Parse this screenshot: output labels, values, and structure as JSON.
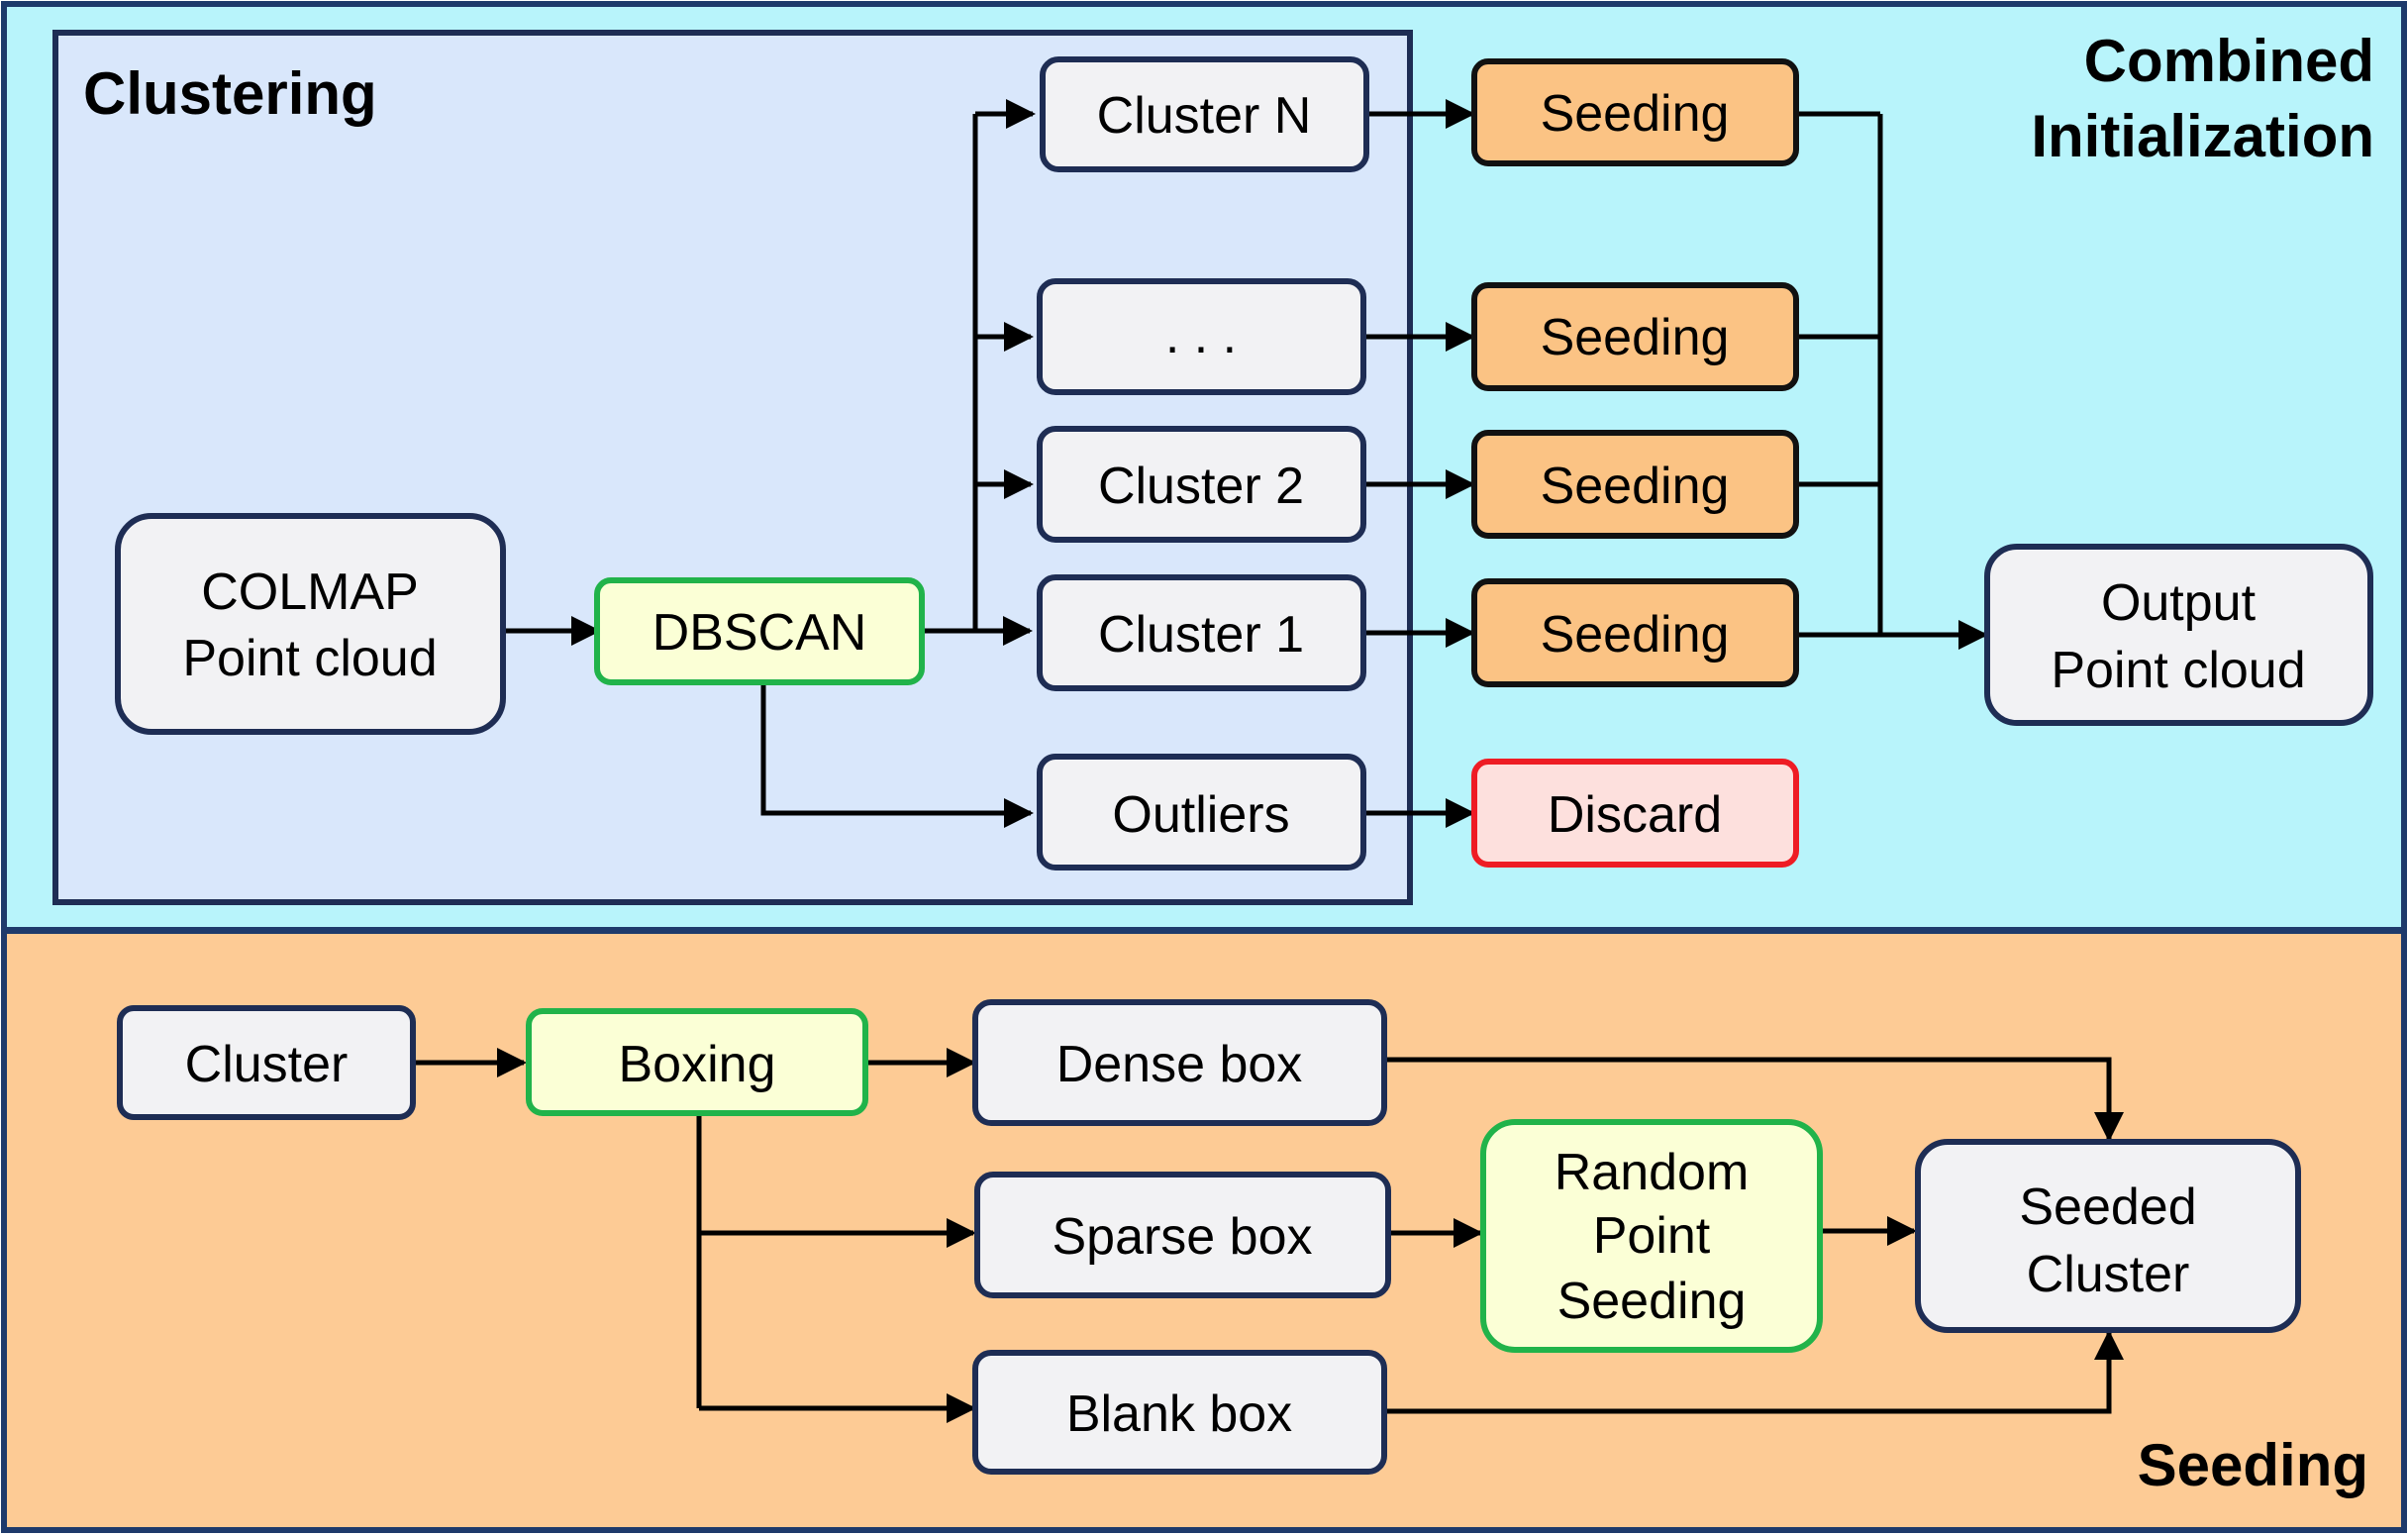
{
  "sections": {
    "combined_title_line1": "Combined",
    "combined_title_line2": "Initialization",
    "clustering_title": "Clustering",
    "seeding_title": "Seeding"
  },
  "top": {
    "colmap": {
      "line1": "COLMAP",
      "line2": "Point cloud"
    },
    "dbscan": "DBSCAN",
    "clusters": [
      "Cluster N",
      ". . .",
      "Cluster 2",
      "Cluster 1"
    ],
    "outliers": "Outliers",
    "seeding": [
      "Seeding",
      "Seeding",
      "Seeding",
      "Seeding"
    ],
    "discard": "Discard",
    "output": {
      "line1": "Output",
      "line2": "Point cloud"
    }
  },
  "bottom": {
    "cluster": "Cluster",
    "boxing": "Boxing",
    "dense_box": "Dense box",
    "sparse_box": "Sparse box",
    "blank_box": "Blank box",
    "random_seeding": {
      "line1": "Random",
      "line2": "Point",
      "line3": "Seeding"
    },
    "seeded_cluster": {
      "line1": "Seeded",
      "line2": "Cluster"
    }
  },
  "colors": {
    "combined_bg": "#b8f4fb",
    "clustering_bg": "#d9e7fb",
    "seeding_bg": "#fdcb95",
    "node_fill": "#f2f2f4",
    "node_border": "#1e2d54",
    "green_fill": "#fbffd6",
    "green_border": "#21b34a",
    "seed_fill": "#fbc384",
    "seed_border": "#111111",
    "discard_fill": "#fde0dd",
    "discard_border": "#ee1c24"
  }
}
